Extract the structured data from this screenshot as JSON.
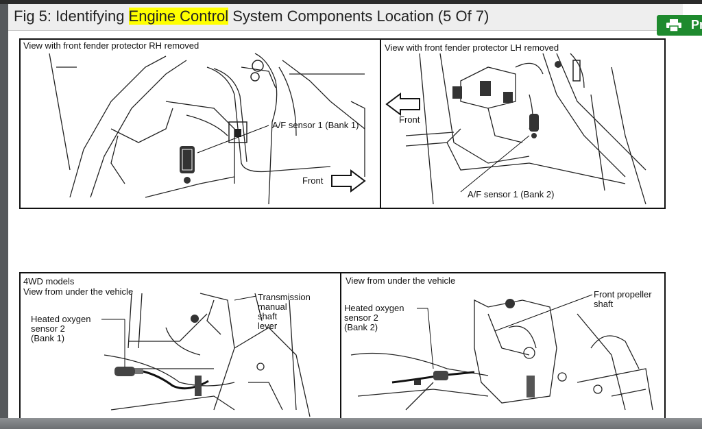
{
  "title": {
    "prefix": "Fig 5: Identifying ",
    "highlight": "Engine Control",
    "suffix": " System Components Location (5 Of 7)"
  },
  "print_button": {
    "label": "Pr",
    "icon": "printer-icon",
    "color": "#1e8a2e"
  },
  "highlight_color": "#ffff00",
  "diagram": {
    "panel1": {
      "caption": "View with front fender protector RH removed",
      "sensor_label": "A/F sensor 1 (Bank 1)",
      "arrow_label": "Front"
    },
    "panel2": {
      "caption": "View with front fender protector LH removed",
      "arrow_label": "Front",
      "sensor_label": "A/F sensor 1 (Bank 2)"
    },
    "panel3": {
      "caption_line1": "4WD models",
      "caption_line2": "View from under the vehicle",
      "sensor_line1": "Heated oxygen",
      "sensor_line2": "sensor 2",
      "sensor_line3": "(Bank 1)",
      "lever_line1": "Transmission",
      "lever_line2": "manual",
      "lever_line3": "shaft",
      "lever_line4": "lever"
    },
    "panel4": {
      "caption": "View from under the vehicle",
      "sensor_line1": "Heated oxygen",
      "sensor_line2": "sensor 2",
      "sensor_line3": "(Bank 2)",
      "shaft_line1": "Front propeller",
      "shaft_line2": "shaft"
    }
  }
}
